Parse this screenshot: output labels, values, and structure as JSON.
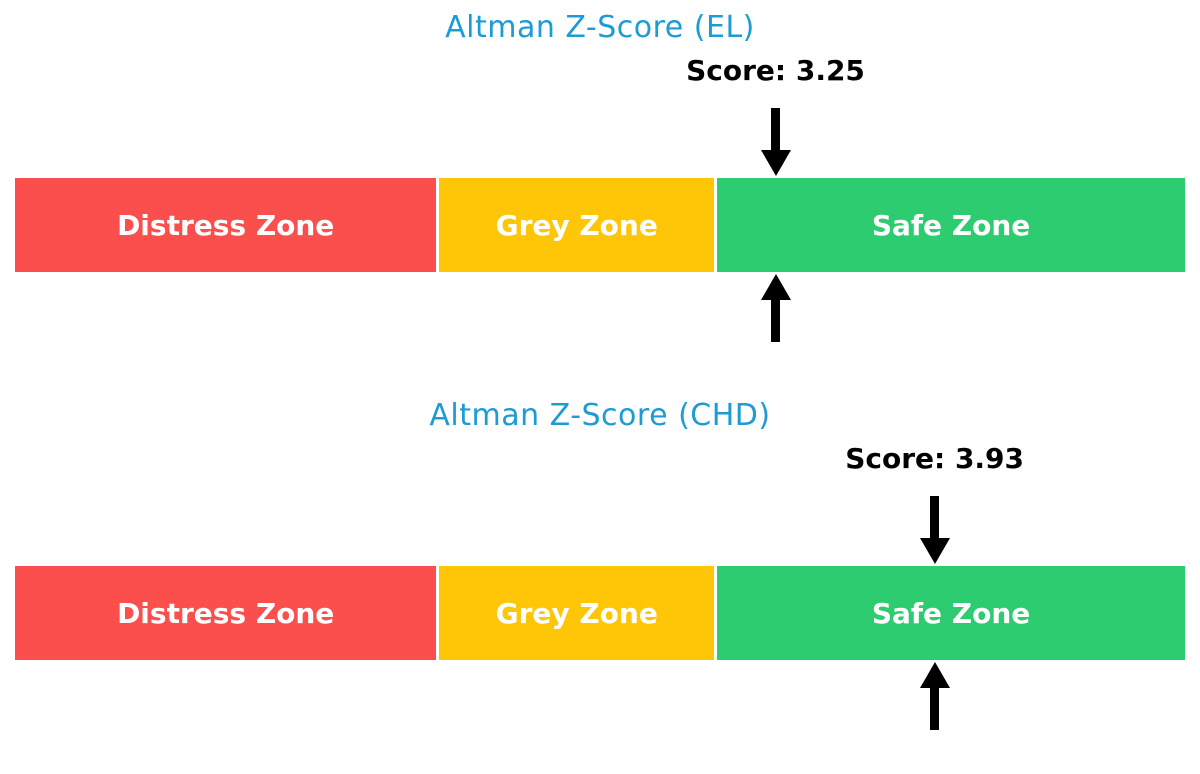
{
  "page": {
    "background": "#FFFFFF"
  },
  "chart_data": [
    {
      "type": "bar",
      "subtype": "zone_gauge",
      "title": "Altman Z-Score (EL)",
      "title_color": "#1D9BD4",
      "score": 3.25,
      "score_label": "Score: 3.25",
      "axis_range": [
        0,
        5
      ],
      "marker_color": "#000000",
      "marker_style": "arrows-above-and-below-bar",
      "legend": "none",
      "grid": false,
      "zones": [
        {
          "label": "Distress Zone",
          "range": [
            0,
            1.81
          ],
          "color": "#FA4F4C",
          "text_color": "#FFFFFF"
        },
        {
          "label": "Grey Zone",
          "range": [
            1.81,
            2.99
          ],
          "color": "#FFC607",
          "text_color": "#FFFFFF"
        },
        {
          "label": "Safe Zone",
          "range": [
            2.99,
            5.0
          ],
          "color": "#2ECC71",
          "text_color": "#FFFFFF"
        }
      ]
    },
    {
      "type": "bar",
      "subtype": "zone_gauge",
      "title": "Altman Z-Score (CHD)",
      "title_color": "#1D9BD4",
      "score": 3.93,
      "score_label": "Score: 3.93",
      "axis_range": [
        0,
        5
      ],
      "marker_color": "#000000",
      "marker_style": "arrows-above-and-below-bar",
      "legend": "none",
      "grid": false,
      "zones": [
        {
          "label": "Distress Zone",
          "range": [
            0,
            1.81
          ],
          "color": "#FA4F4C",
          "text_color": "#FFFFFF"
        },
        {
          "label": "Grey Zone",
          "range": [
            1.81,
            2.99
          ],
          "color": "#FFC607",
          "text_color": "#FFFFFF"
        },
        {
          "label": "Safe Zone",
          "range": [
            2.99,
            5.0
          ],
          "color": "#2ECC71",
          "text_color": "#FFFFFF"
        }
      ]
    }
  ]
}
